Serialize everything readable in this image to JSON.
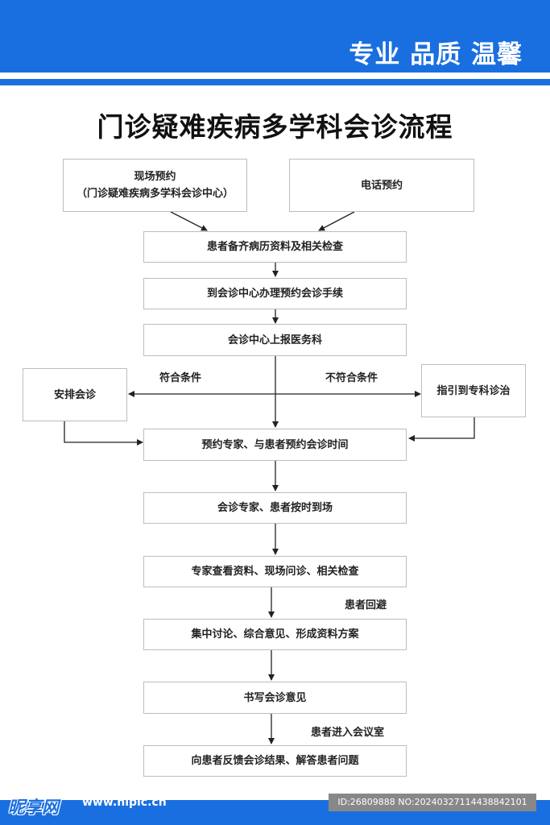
{
  "header": {
    "slogan": "专业 品质 温馨"
  },
  "title": "门诊疑难疾病多学科会诊流程",
  "nodes": {
    "onsite_line1": "现场预约",
    "onsite_line2": "（门诊疑难疾病多学科会诊中心）",
    "phone": "电话预约",
    "prepare": "患者备齐病历资料及相关检查",
    "register": "到会诊中心办理预约会诊手续",
    "report": "会诊中心上报医务科",
    "arrange": "安排会诊",
    "refer": "指引到专科诊治",
    "schedule": "预约专家、与患者预约会诊时间",
    "arrive": "会诊专家、患者按时到场",
    "review": "专家查看资料、现场问诊、相关检查",
    "discuss": "集中讨论、综合意见、形成资料方案",
    "write": "书写会诊意见",
    "feedback": "向患者反馈会诊结果、解答患者问题"
  },
  "edge_labels": {
    "meets": "符合条件",
    "not_meets": "不符合条件",
    "patient_leave": "患者回避",
    "patient_enter": "患者进入会议室"
  },
  "footer": {
    "logo": "昵享网",
    "site": "www.nipic.cn",
    "id_text": "ID:26809888 NO:20240327114438842101"
  },
  "colors": {
    "brand": "#1a6fe0",
    "box_border": "#bdbdbd",
    "arrow": "#222222"
  }
}
